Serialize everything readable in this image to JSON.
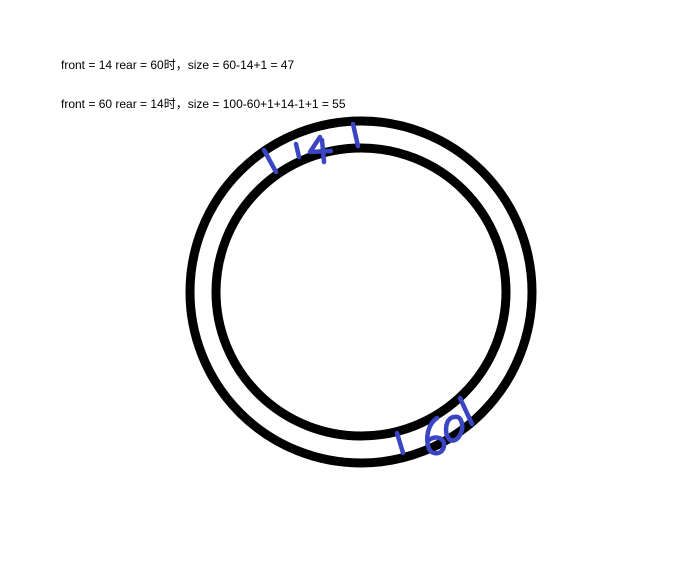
{
  "formulas": [
    "front = 14 rear = 60时，size = 60-14+1 = 47",
    "front = 60 rear = 14时，size = 100-60+1+14-1+1 = 55"
  ],
  "diagram": {
    "labels": {
      "top": "14",
      "bottom": "60"
    },
    "colors": {
      "ring": "#000000",
      "ink": "#3a45c4"
    }
  }
}
